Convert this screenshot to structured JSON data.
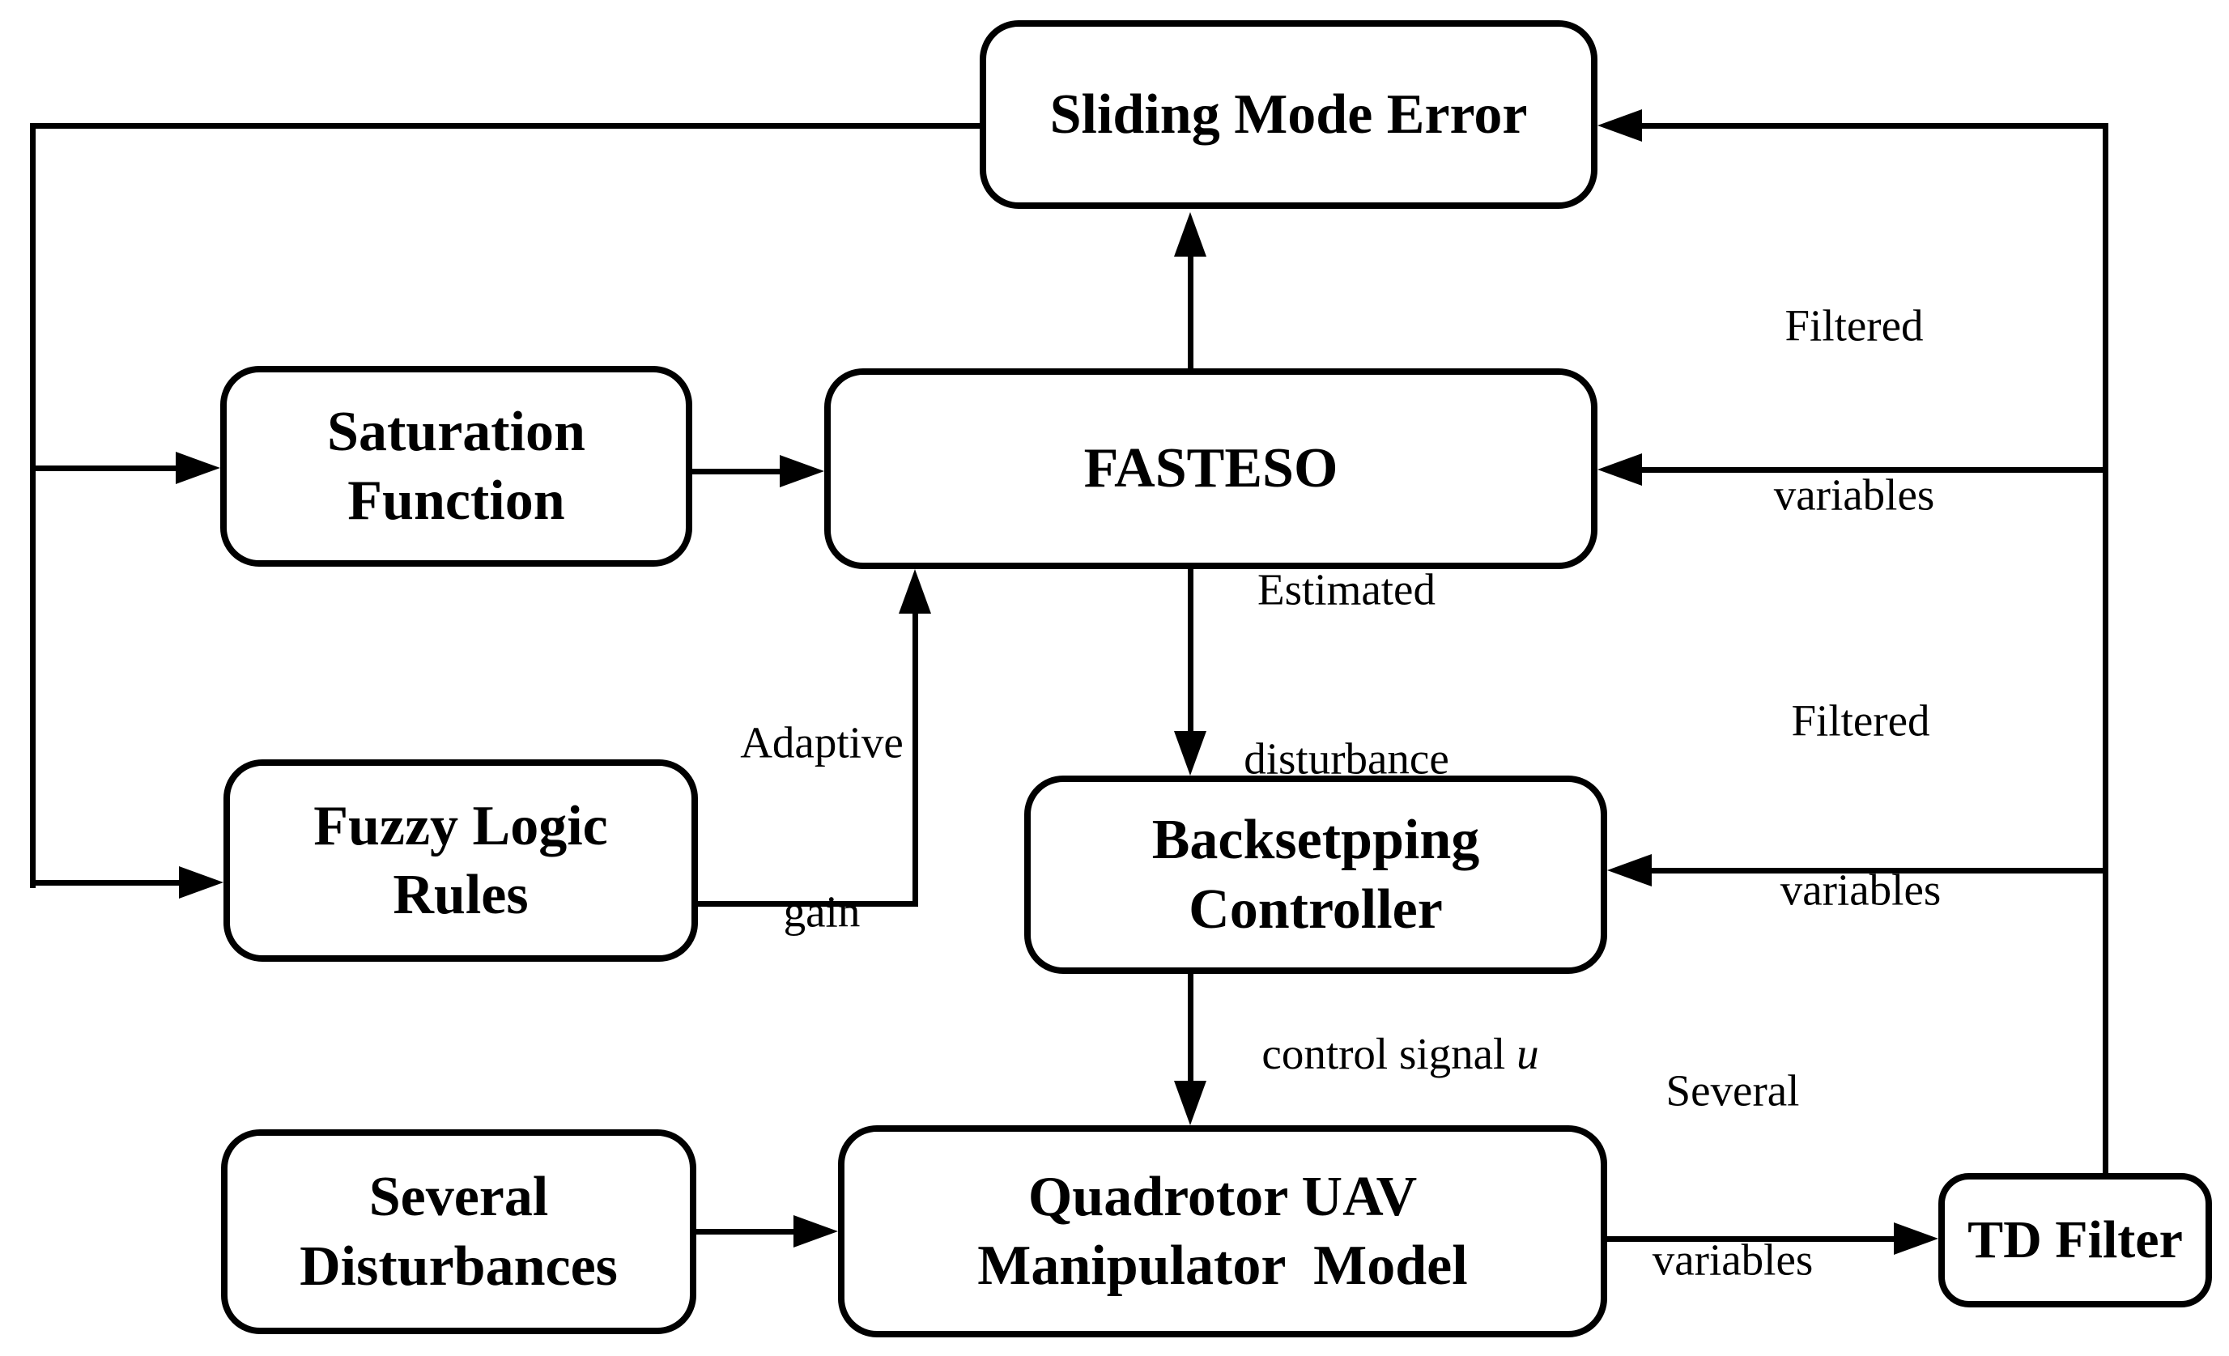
{
  "diagram": {
    "title": "Fuzzy adaptive FASTESO backstepping control block diagram",
    "boxes": {
      "sliding_mode_error": {
        "label": "Sliding Mode Error"
      },
      "saturation_function": {
        "line1": "Saturation",
        "line2": "Function"
      },
      "fasteso": {
        "label": "FASTESO"
      },
      "fuzzy_logic_rules": {
        "line1": "Fuzzy Logic",
        "line2": "Rules"
      },
      "backstepping_controller": {
        "line1": "Backsetpping",
        "line2": "Controller"
      },
      "several_disturbances": {
        "line1": "Several",
        "line2": "Disturbances"
      },
      "quadrotor_uav_manipulator_model": {
        "line1": "Quadrotor UAV",
        "line2": "Manipulator  Model"
      },
      "td_filter": {
        "label": "TD Filter"
      }
    },
    "edge_labels": {
      "filtered_variables_top": {
        "line1": "Filtered",
        "line2": "variables"
      },
      "filtered_variables_mid": {
        "line1": "Filtered",
        "line2": "variables"
      },
      "estimated_disturbance": {
        "line1": "Estimated",
        "line2": "disturbance"
      },
      "adaptive_gain": {
        "line1": "Adaptive",
        "line2": "gain"
      },
      "control_signal": {
        "text": "control signal ",
        "symbol": "u"
      },
      "several_variables": {
        "line1": "Several",
        "line2": "variables"
      }
    },
    "colors": {
      "line": "#000000",
      "background": "#ffffff",
      "box_fill": "#ffffff"
    }
  }
}
